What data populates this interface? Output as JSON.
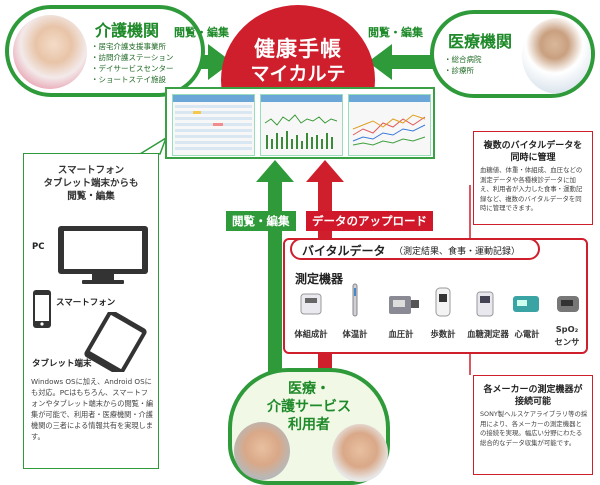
{
  "left_circle": {
    "title": "介護機関",
    "items": [
      "居宅介護支援事業所",
      "訪問介護ステーション",
      "デイサービスセンター",
      "ショートステイ施設"
    ]
  },
  "right_circle": {
    "title": "医療機関",
    "items": [
      "総合病院",
      "診療所"
    ]
  },
  "left_arrow_label": "閲覧・編集",
  "right_arrow_label": "閲覧・編集",
  "center_logo": {
    "line1": "健康手帳",
    "line2": "マイカルテ"
  },
  "left_callout": {
    "title_line1": "スマートフォン",
    "title_line2": "タブレット端末からも",
    "title_line3": "閲覧・編集",
    "pc_label": "PC",
    "smartphone_label": "スマートフォン",
    "tablet_label": "タブレット端末",
    "description": "Windows OSに加え、Android OSにも対応。PCはもちろん、スマートフォンやタブレット端末からの閲覧・編集が可能で、利用者・医療機関・介護機関の三者による情報共有を実現します。"
  },
  "view_edit_chip": "閲覧・編集",
  "upload_chip": "データのアップロード",
  "vital": {
    "title": "バイタルデータ",
    "subtitle": "（測定結果、食事・運動記録）",
    "devices_heading": "測定機器",
    "devices": [
      "体組成計",
      "体温計",
      "血圧計",
      "歩数計",
      "血糖測定器",
      "心電計",
      "SpO₂",
      "センサ"
    ]
  },
  "right_top_callout": {
    "heading_line1": "複数のバイタルデータを",
    "heading_line2": "同時に管理",
    "body": "血糖値、体重・体組成、血圧などの測定データや各種検診データに加え、利用者が入力した食事・運動記録など、複数のバイタルデータを同時に管理できます。"
  },
  "right_bottom_callout": {
    "heading_line1": "各メーカーの測定機器が",
    "heading_line2": "接続可能",
    "body": "SONY製ヘルスケアライブラリ等の採用により、各メーカーの測定機器との接続を実現。幅広い分野にわたる総合的なデータ収集が可能です。"
  },
  "bottom_circle": {
    "line1": "医療・",
    "line2": "介護サービス",
    "line3": "利用者"
  },
  "colors": {
    "green": "#2e9a3a",
    "red": "#cf1f2c"
  }
}
